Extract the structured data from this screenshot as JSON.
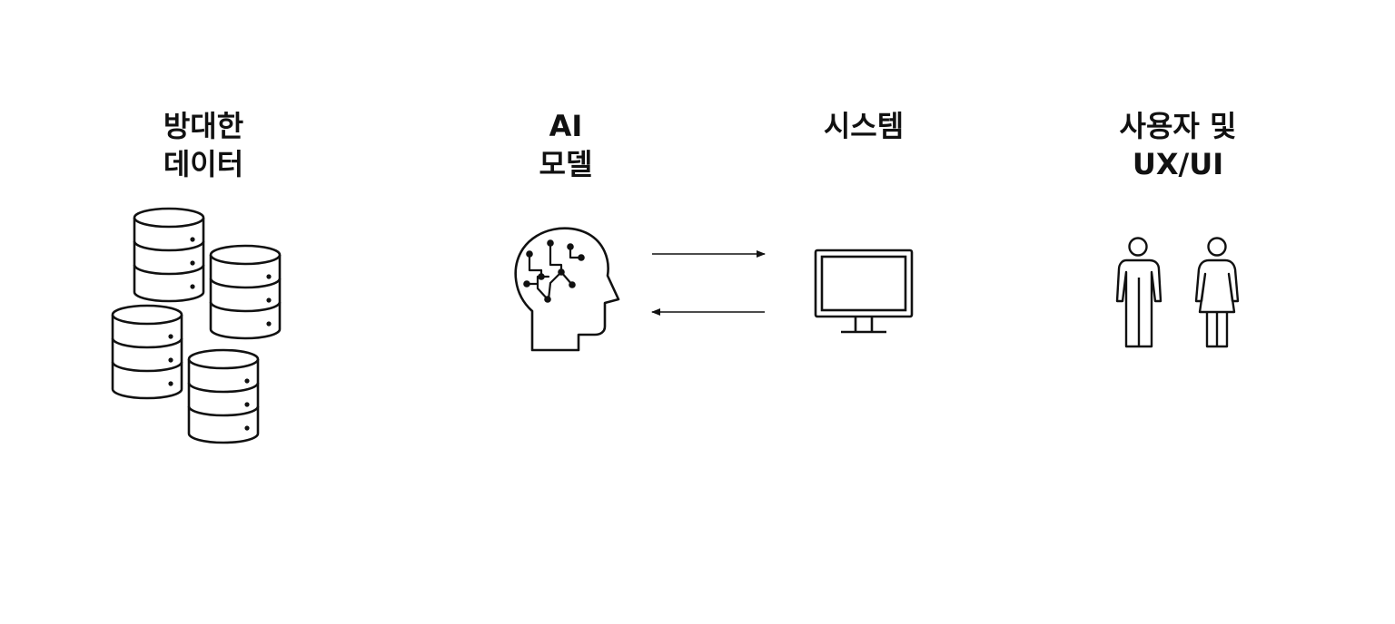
{
  "columns": [
    {
      "id": "data",
      "lines": [
        "방대한",
        "데이터"
      ],
      "icon": "database-stack-icon"
    },
    {
      "id": "ai",
      "lines": [
        "AI",
        "모델"
      ],
      "icon": "ai-head-circuit-icon"
    },
    {
      "id": "system",
      "lines": [
        "시스템"
      ],
      "icon": "monitor-icon"
    },
    {
      "id": "users",
      "lines": [
        "사용자 및",
        "UX/UI"
      ],
      "icon": "people-icon"
    }
  ],
  "connectors": [
    {
      "from": "ai",
      "to": "system",
      "direction": "right"
    },
    {
      "from": "system",
      "to": "ai",
      "direction": "left"
    }
  ],
  "colors": {
    "stroke": "#111111",
    "background": "#ffffff"
  }
}
